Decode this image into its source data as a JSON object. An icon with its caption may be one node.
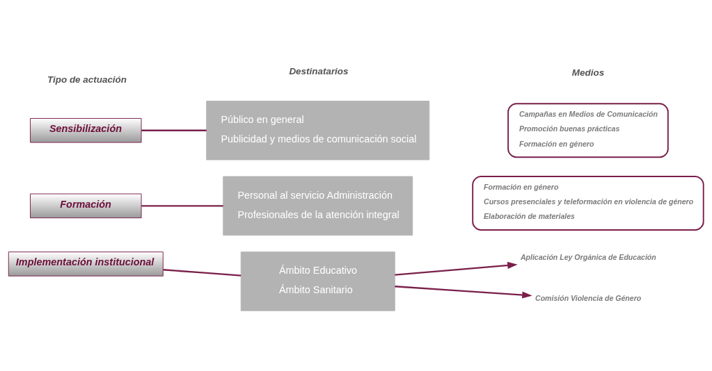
{
  "diagram": {
    "nodes": [
      {
        "text": [
          "Sensibilización"
        ]
      },
      {
        "text": [
          "Público en general",
          "Publicidad y medios de comunicación social"
        ]
      },
      {
        "text": [
          "Formación"
        ]
      },
      {
        "text": [
          "Personal al servicio Administración",
          "Profesionales de la atención integral"
        ]
      },
      {
        "text": [
          "Implementación institucional"
        ]
      },
      {
        "text": [
          "Ámbito Educativo",
          "Ámbito Sanitario"
        ]
      },
      {
        "text": [
          "Aplicación Ley Orgánica de Educación"
        ]
      },
      {
        "text": [
          "Comisión Violencia de Género"
        ]
      }
    ],
    "edges": [
      {
        "from": 0,
        "to": 1,
        "arrow": "none"
      },
      {
        "from": 2,
        "to": 3,
        "arrow": "none"
      },
      {
        "from": 4,
        "to": 5,
        "arrow": "none"
      },
      {
        "from": 5,
        "to": 6,
        "arrow": "to"
      },
      {
        "from": 5,
        "to": 7,
        "arrow": "to"
      }
    ],
    "labels": [
      "Tipo de actuación",
      "Destinatarios",
      "Medios",
      "Campañas en Medios de Comunicación",
      "Promoción buenas prácticas",
      "Formación en género",
      "Formación en género",
      "Cursos presenciales y teleformación en violencia de género",
      "Elaboración de materiales"
    ]
  }
}
